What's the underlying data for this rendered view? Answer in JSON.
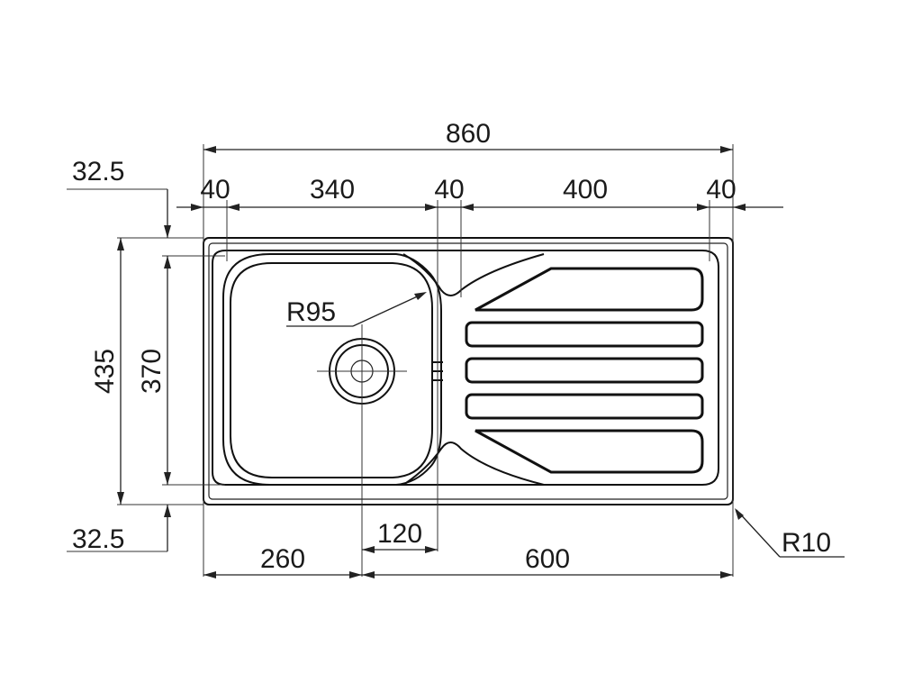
{
  "drawing": {
    "title": "",
    "colors": {
      "line": "#111111",
      "background": "#ffffff"
    },
    "dimensions": {
      "overall_width": "860",
      "left_margin": "40",
      "bowl_width": "340",
      "divider": "40",
      "drainer_width": "400",
      "right_margin": "40",
      "top_offset": "32.5",
      "bottom_offset": "32.5",
      "overall_height": "435",
      "bowl_height": "370",
      "bowl_radius": "R95",
      "corner_radius": "R10",
      "drain_offset": "260",
      "drain_to_divider": "120",
      "drain_to_right": "600"
    }
  }
}
